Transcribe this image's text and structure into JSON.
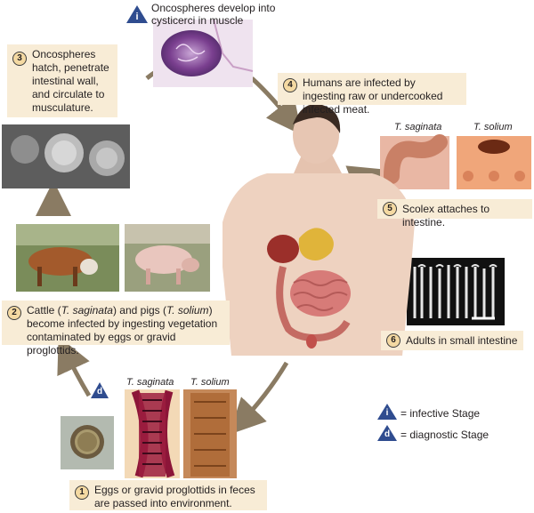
{
  "steps": {
    "s1": {
      "num": "1",
      "text": "Eggs or gravid proglottids in feces are passed into environment."
    },
    "s2": {
      "num": "2",
      "pre": "Cattle (",
      "sag": "T. saginata",
      "mid": ") and pigs (",
      "sol": "T. solium",
      "post": ") become infected by ingesting vegetation contaminated by eggs or gravid proglottids."
    },
    "s3": {
      "num": "3",
      "text": "Oncospheres hatch, penetrate intestinal wall, and circulate to musculature."
    },
    "s4": {
      "num": "4",
      "text": "Humans are infected by ingesting raw or undercooked infected meat."
    },
    "s5": {
      "num": "5",
      "text": "Scolex attaches to intestine."
    },
    "s6": {
      "num": "6",
      "text": "Adults in small intestine"
    }
  },
  "top_note": "Oncospheres develop into cysticerci in muscle",
  "species": {
    "saginata": "T. saginata",
    "solium": "T. solium"
  },
  "legend": {
    "i_symbol": "i",
    "i_text": "= infective Stage",
    "d_symbol": "d",
    "d_text": "= diagnostic Stage"
  },
  "colors": {
    "note_bg": "#f8ecd6",
    "badge_blue": "#2f4c8f",
    "arrow": "#8a7b63"
  }
}
